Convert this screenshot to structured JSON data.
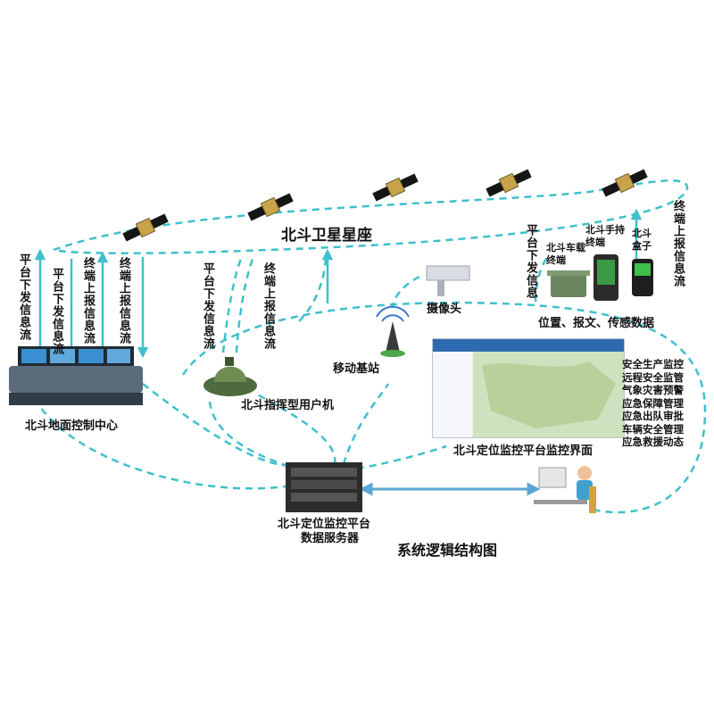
{
  "constellation": "北斗卫星星座",
  "flows": {
    "down_1": "平台下发信息流",
    "down_2": "平台下发信息流",
    "up_1": "终端上报信息流",
    "up_2": "终端上报信息流",
    "down_mid": "平台下发信息流",
    "up_mid": "终端上报信息流",
    "down_right": "平台下发信息",
    "up_right": "终端上报信息流"
  },
  "devices": {
    "vehicle": "北斗车载终端",
    "handheld": "北斗手持终端",
    "box": "北斗盒子"
  },
  "data_types": "位置、报文、传感数据",
  "nodes": {
    "camera": "摄像头",
    "base_station": "移动基站",
    "ground_center": "北斗地面控制中心",
    "command_terminal": "北斗指挥型用户机",
    "monitor_ui": "北斗定位监控平台监控界面",
    "server_line1": "北斗定位监控平台",
    "server_line2": "数据服务器"
  },
  "functions": [
    "安全生产监控",
    "远程安全监管",
    "气象灾害预警",
    "应急保障管理",
    "应急出队审批",
    "车辆安全管理",
    "应急救援动态"
  ],
  "diagram_title": "系统逻辑结构图",
  "colors": {
    "flow": "#3fc0cc",
    "link": "#5aa7d6",
    "satellite_panel": "#151515",
    "satellite_body": "#c8a34a"
  }
}
